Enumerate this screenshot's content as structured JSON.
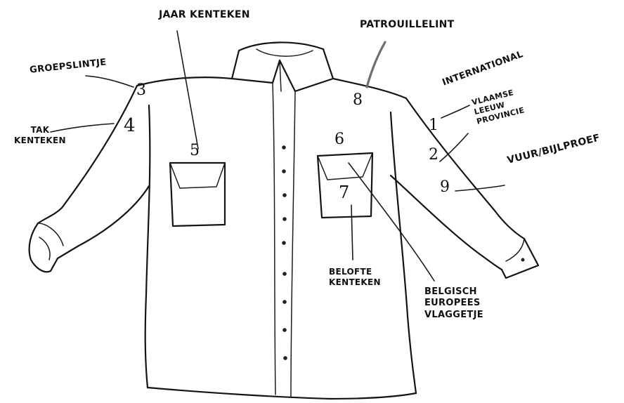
{
  "labels": {
    "jaarkenteken": "JAAR KENTEKEN",
    "patrouillelint": "PATROUILLELINT",
    "groepslintje": "GROEPSLINTJE",
    "takkenteken": "TAK\nKENTEKEN",
    "international": "INTERNATIONAL",
    "vlaamse_leeuw_provincie": "VLAAMSE\nLEEUW\nPROVINCIE",
    "vuur_bijlproef": "VUUR/BIJLPROEF",
    "belofte_kenteken": "BELOFTE\nKENTEKEN",
    "belgisch_europees_vlaggetje": "BELGISCH\nEUROPEES\nVLAGGETJE"
  },
  "numbers": {
    "n1": "1",
    "n2": "2",
    "n3": "3",
    "n4": "4",
    "n5": "5",
    "n6": "6",
    "n7": "7",
    "n8": "8",
    "n9": "9"
  },
  "icons": {
    "drawing": "shirt-sketch-icon"
  }
}
